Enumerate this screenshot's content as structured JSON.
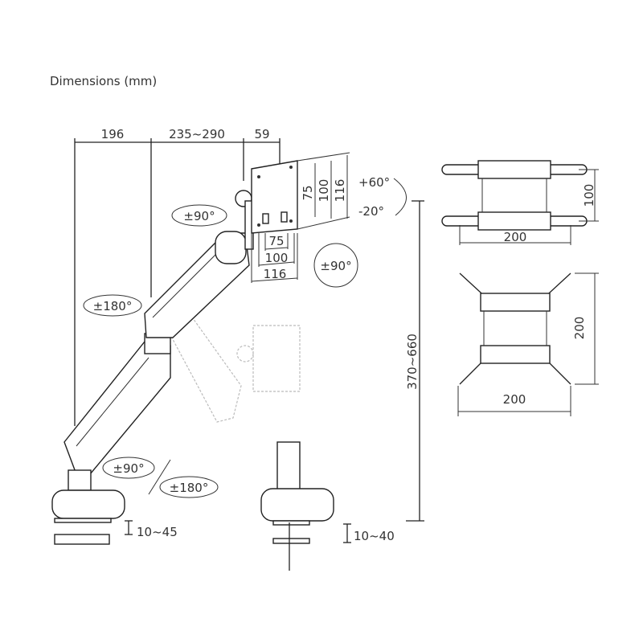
{
  "title": "Dimensions (mm)",
  "arm": {
    "dim_top": [
      "196",
      "235~290",
      "59"
    ],
    "vesa_vertical": [
      "75",
      "100",
      "116"
    ],
    "vesa_horizontal": [
      "75",
      "100",
      "116"
    ],
    "tilt_up": "+60°",
    "tilt_down": "-20°",
    "swivel_head": "±90°",
    "rotate_head": "±90°",
    "swivel_mid": "±180°",
    "swivel_base": "±90°",
    "swivel_base_alt": "±180°",
    "height_range": "370~660",
    "clamp_range": "10~45",
    "grommet_range": "10~40"
  },
  "adapters": {
    "top_height": "100",
    "top_width": "200",
    "bottom_height": "200",
    "bottom_width": "200"
  }
}
